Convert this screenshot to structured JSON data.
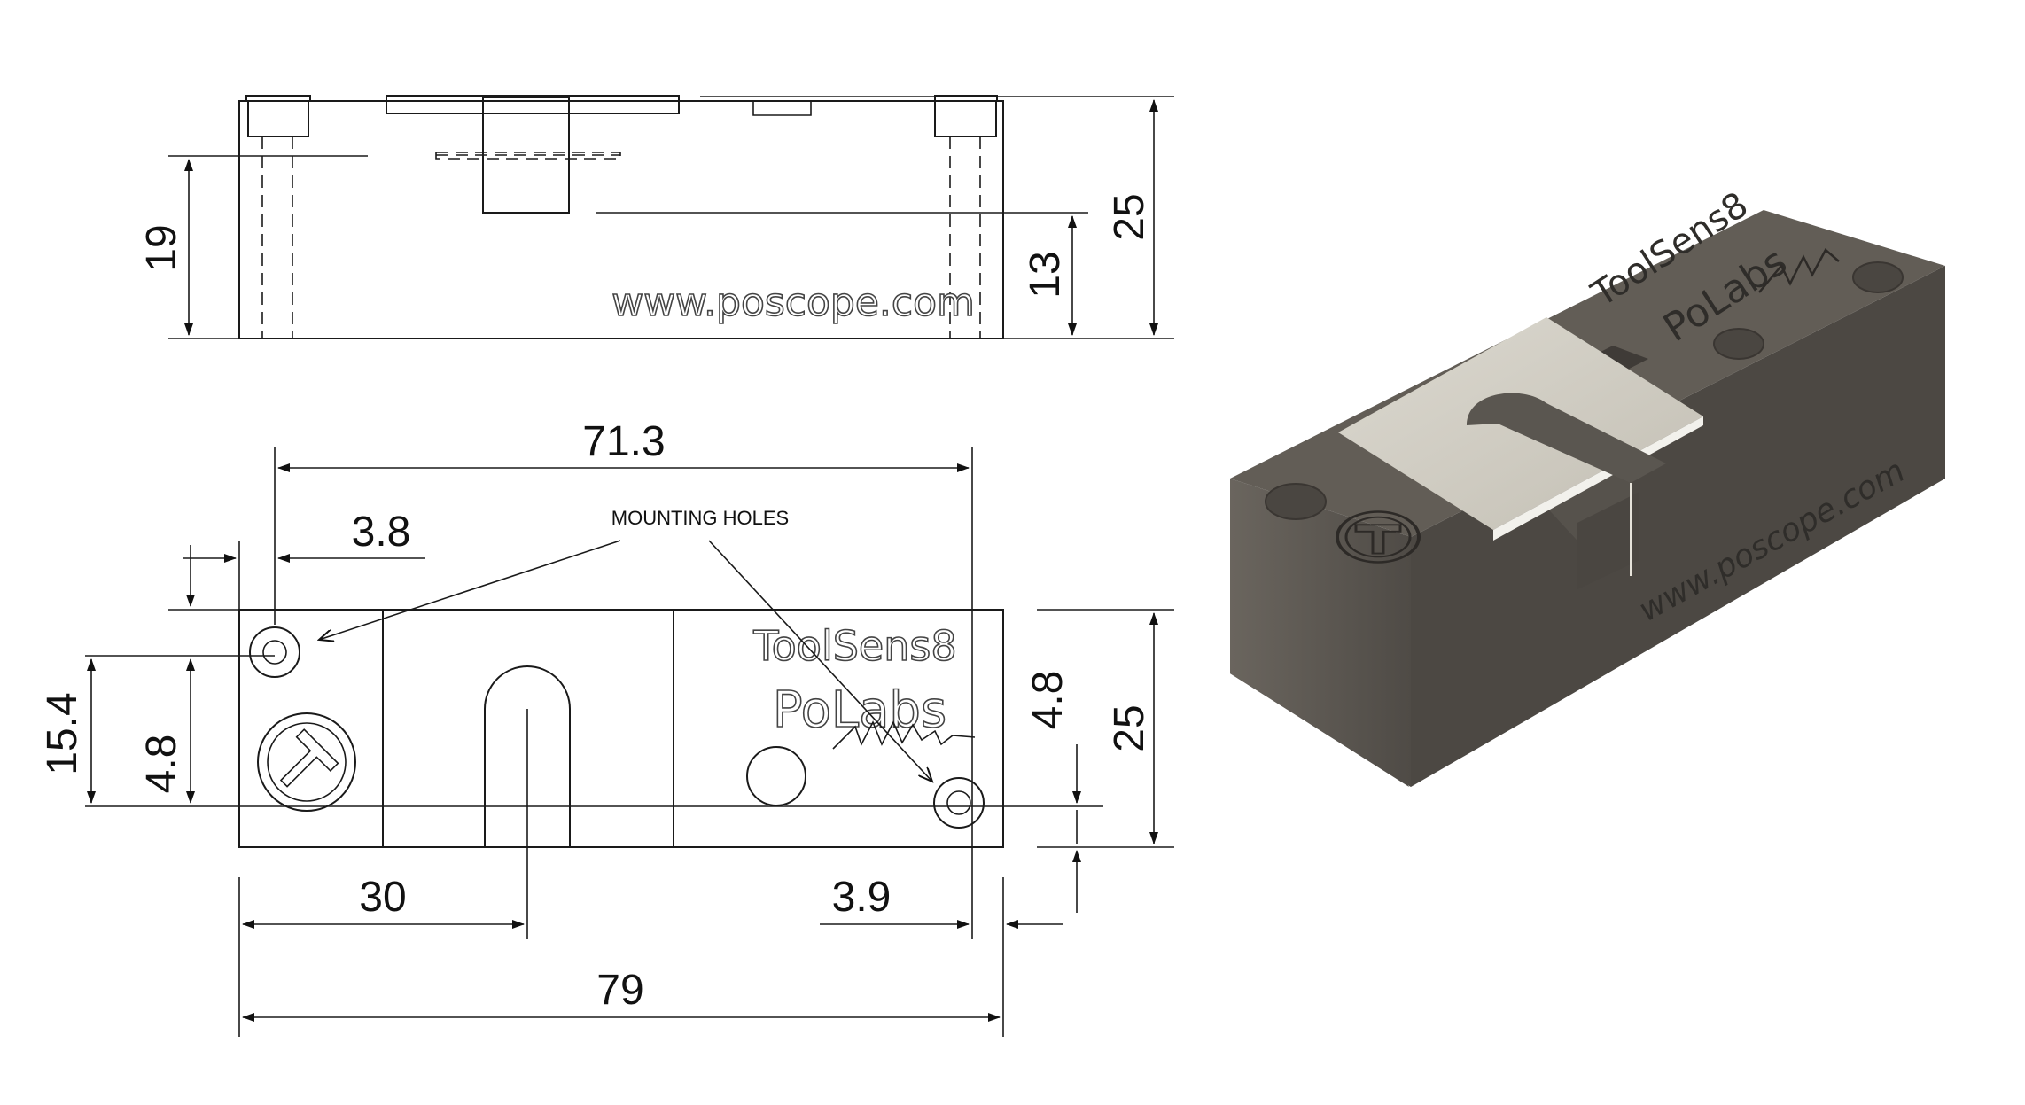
{
  "top_view": {
    "dimensions": {
      "height_left": "19",
      "height_inner": "13",
      "height_total": "25"
    },
    "engraving": "www.poscope.com"
  },
  "front_view": {
    "dimensions": {
      "hole_spacing": "71.3",
      "hole_offset_x": "3.8",
      "offset_y_left": "15.4",
      "hole_offset_y_left": "4.8",
      "hole_offset_y_right": "4.8",
      "height_total": "25",
      "slot_offset": "30",
      "hole_offset_x_right": "3.9",
      "total_width": "79"
    },
    "annotation": "MOUNTING HOLES",
    "brand_line1": "ToolSens8",
    "brand_line2": "PoLabs"
  },
  "iso_view": {
    "brand_line1": "ToolSens8",
    "brand_line2": "PoLabs",
    "url": "www.poscope.com",
    "colors": {
      "body_top": "#5f5a53",
      "body_front": "#4a4641",
      "body_side": "#57534d",
      "plate": "#cfcbc1"
    }
  }
}
